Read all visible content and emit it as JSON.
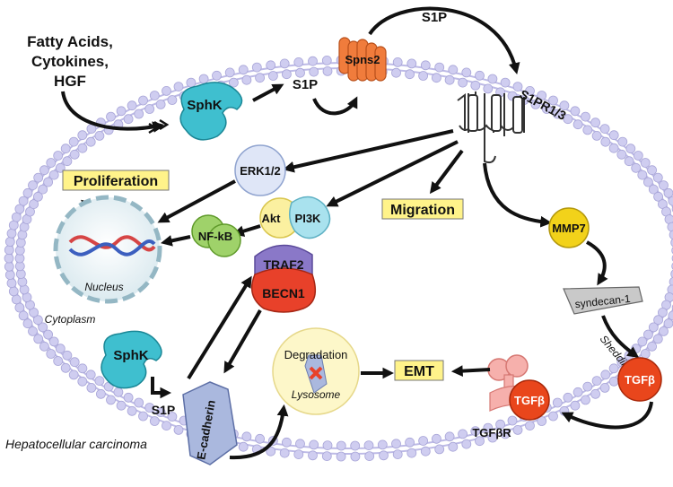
{
  "stimuli": {
    "line1": "Fatty Acids,",
    "line2": "Cytokines,",
    "line3": "HGF"
  },
  "labels": {
    "sphk_top": "SphK",
    "sphk_bottom": "SphK",
    "s1p_inner": "S1P",
    "s1p_outer": "S1P",
    "s1p_bottom": "S1P",
    "spns2": "Spns2",
    "s1pr": "S1PR1/3",
    "erk": "ERK1/2",
    "akt": "Akt",
    "pi3k": "PI3K",
    "nfkb": "NF-kB",
    "proliferation": "Proliferation",
    "migration": "Migration",
    "mmp7": "MMP7",
    "syndecan": "syndecan-1",
    "shedding": "Shedding",
    "tgfb_free": "TGFβ",
    "tgfb_bound": "TGFβ",
    "tgfbr": "TGFβR",
    "traf2": "TRAF2",
    "becn1": "BECN1",
    "degradation": "Degradation",
    "lysosome": "Lysosome",
    "emt": "EMT",
    "ecadherin": "E-cadherin",
    "nucleus": "Nucleus",
    "cytoplasm": "Cytoplasm",
    "cell_type": "Hepatocellular carcinoma"
  },
  "colors": {
    "membrane_head": "#cfcdf0",
    "membrane_stroke": "#a9a6d8",
    "sphk": "#3fbfcf",
    "spns2": "#f07c3c",
    "erk": "#dfe6f7",
    "akt": "#fbf0a0",
    "pi3k": "#a9e2ee",
    "nfkb": "#9fd26a",
    "mmp7": "#f2d21a",
    "traf2": "#8a78c8",
    "becn1": "#e8412a",
    "tgfb": "#e9461c",
    "tgfbr": "#f6b0ac",
    "label_box": "#fff38a",
    "lysosome": "#fdf7c9",
    "ecadherin": "#aab8de"
  }
}
